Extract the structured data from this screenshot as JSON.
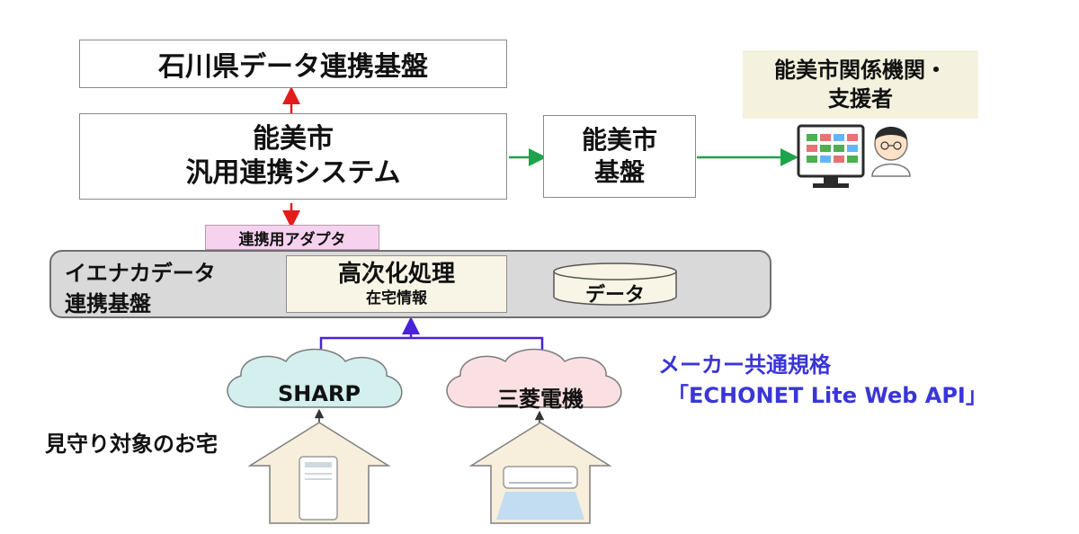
{
  "top_box": {
    "label": "石川県データ連携基盤"
  },
  "city_system": {
    "line1": "能美市",
    "line2": "汎用連携システム"
  },
  "city_base": {
    "line1": "能美市",
    "line2": "基盤"
  },
  "stakeholders": {
    "line1": "能美市関係機関・",
    "line2": "支援者"
  },
  "adapter": {
    "label": "連携用アダプタ"
  },
  "iena_platform": {
    "line1": "イエナカデータ",
    "line2": "連携基盤",
    "processing_title": "高次化処理",
    "processing_sub": "在宅情報",
    "database_label": "データ"
  },
  "clouds": [
    {
      "label": "SHARP"
    },
    {
      "label": "三菱電機"
    }
  ],
  "standard": {
    "line1": "メーカー共通規格",
    "line2": "「ECHONET Lite Web API」"
  },
  "homes": {
    "label": "見守り対象のお宅"
  },
  "colors": {
    "red_arrow": "#e31b1b",
    "green_arrow": "#1ea34a",
    "purple_line": "#4a22d8",
    "standard_text": "#3a35d8",
    "pink_box": "#f6d2ef",
    "platform_grey": "#d9d9d9",
    "processing_box": "#f8f5e6",
    "stakeholder_bg": "#f4f2de",
    "cloud_green": "#d3efee",
    "cloud_pink": "#fbe0e3",
    "house_fill": "#f7efdc"
  }
}
